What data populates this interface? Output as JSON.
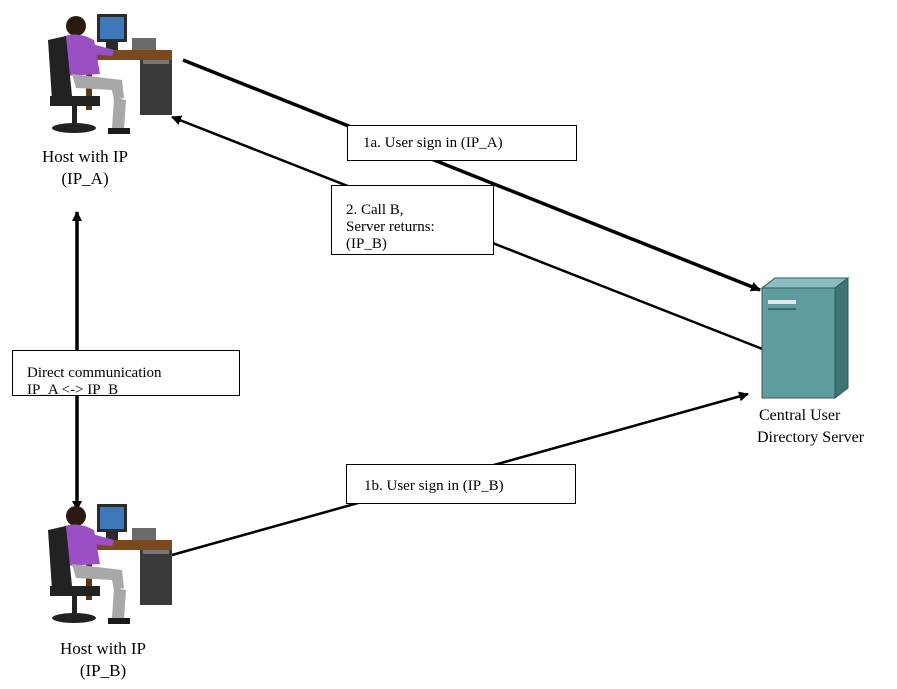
{
  "colors": {
    "arrow": "#000000",
    "server_front": "#5f9c9e",
    "server_side": "#3f7375",
    "server_top": "#8bbcbe",
    "shirt": "#9b4fc4",
    "desk": "#7a4a1e",
    "monitor": "#3f78b8"
  },
  "nodes": {
    "host_a": {
      "line1": "Host with IP",
      "line2": "(IP_A)",
      "icon": "person-at-workstation-icon"
    },
    "host_b": {
      "line1": "Host with IP",
      "line2": "(IP_B)",
      "icon": "person-at-workstation-icon"
    },
    "server": {
      "line1": "Central User",
      "line2": "Directory Server",
      "icon": "server-tower-icon"
    }
  },
  "labels": {
    "sign_in_a": "1a. User sign in (IP_A)",
    "call_b": {
      "line1": "2. Call B,",
      "line2": "Server returns:",
      "line3": "(IP_B)"
    },
    "direct": {
      "line1": "Direct communication",
      "line2": "IP_A <-> IP_B"
    },
    "sign_in_b": "1b. User sign in (IP_B)"
  }
}
